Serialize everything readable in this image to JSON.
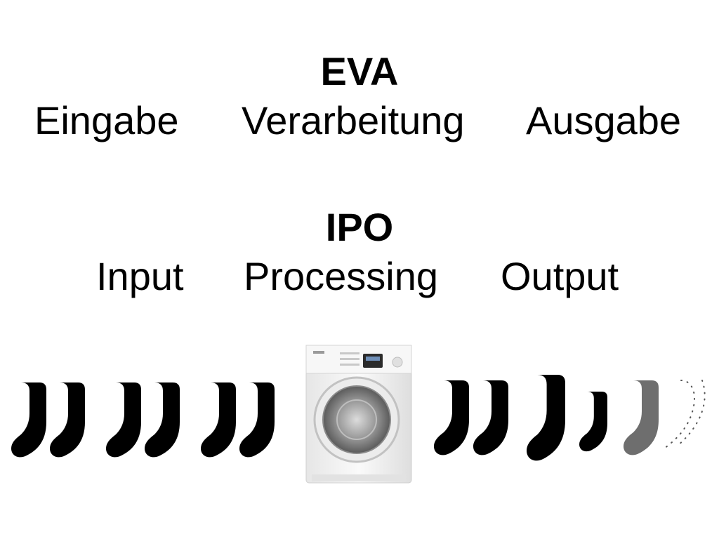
{
  "eva": {
    "title": "EVA",
    "input": "Eingabe",
    "processing": "Verarbeitung",
    "output": "Ausgabe"
  },
  "ipo": {
    "title": "IPO",
    "input": "Input",
    "processing": "Processing",
    "output": "Output"
  },
  "illustration": {
    "input_sock_count": 6,
    "output_sock_count": 5,
    "sock_color": "#000000",
    "faded_sock_color": "#6e6e6e",
    "machine_body_color": "#f4f4f4"
  }
}
